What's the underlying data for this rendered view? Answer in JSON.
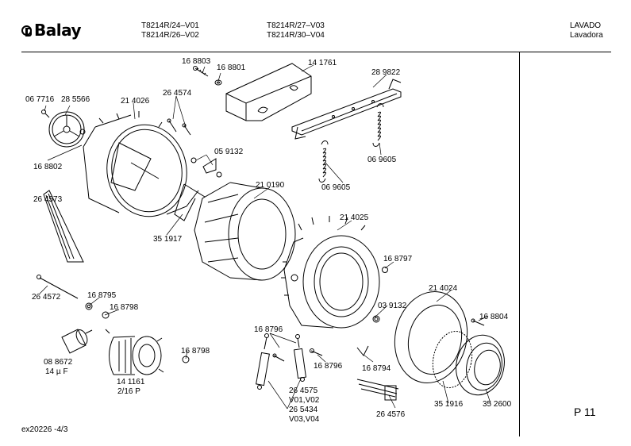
{
  "header": {
    "brand": "Balay",
    "models": [
      "T8214R/24–V01",
      "T8214R/26–V02",
      "T8214R/27–V03",
      "T8214R/30–V04"
    ],
    "category": "LAVADO",
    "subcategory": "Lavadora"
  },
  "parts": {
    "p168803": "16 8803",
    "p168801": "16 8801",
    "p141761": "14 1761",
    "p289822": "28 9822",
    "p067716": "06 7716",
    "p285566": "28 5566",
    "p214026": "21 4026",
    "p264574": "26 4574",
    "p168802": "16 8802",
    "p059132": "05 9132",
    "p069605a": "06 9605",
    "p069605b": "06 9605",
    "p264573": "26 4573",
    "p210190": "21 0190",
    "p351917": "35 1917",
    "p214025": "21 4025",
    "p168797": "16 8797",
    "p264572": "26 4572",
    "p168795": "16 8795",
    "p168798a": "16 8798",
    "p214024": "21 4024",
    "p039132": "03 9132",
    "p168804": "16 8804",
    "p168796a": "16 8796",
    "p088672": "08 8672",
    "p088672_spec": "14 µ F",
    "p141161": "14 1161",
    "p141161_spec": "2/16 P",
    "p168798b": "16 8798",
    "p168796b": "16 8796",
    "p168794": "16 8794",
    "p264575": "26 4575",
    "p264575_spec": "V01,V02",
    "p265434": "26 5434",
    "p265434_spec": "V03,V04",
    "p264576": "26 4576",
    "p351916": "35 1916",
    "p352600": "35 2600"
  },
  "footer": {
    "page": "P 11",
    "doc_ref": "ex20226  -4/3"
  }
}
